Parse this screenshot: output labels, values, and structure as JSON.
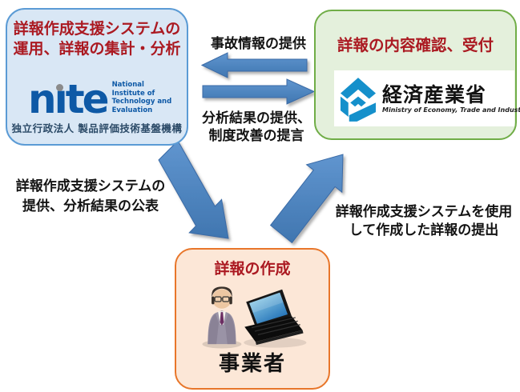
{
  "diagram": {
    "nite_box": {
      "title_line1": "詳報作成支援システムの",
      "title_line2": "運用、詳報の集計・分析",
      "wordmark_n": "n",
      "wordmark_i": "ı",
      "wordmark_te": "te",
      "logo_caption": [
        "National",
        "Institute of",
        "Technology and",
        "Evaluation"
      ],
      "org_name": "独立行政法人 製品評価技術基盤機構"
    },
    "meti_box": {
      "title": "詳報の内容確認、受付",
      "org_name": "経済産業省",
      "org_name_en": "Ministry of Economy, Trade and Industry"
    },
    "business_box": {
      "title": "詳報の作成",
      "label": "事業者"
    },
    "labels": {
      "meti_to_nite": "事故情報の提供",
      "nite_to_meti_line1": "分析結果の提供、",
      "nite_to_meti_line2": "制度改善の提言",
      "nite_to_business_line1": "詳報作成支援システムの",
      "nite_to_business_line2": "提供、分析結果の公表",
      "business_to_meti_line1": "詳報作成支援システムを使用",
      "business_to_meti_line2": "して作成した詳報の提出"
    },
    "colors": {
      "accent_red": "#ab1a22",
      "arrow_blue": "#4f86c6",
      "nite_blue": "#0e59a6",
      "meti_blue": "#1590cb",
      "nite_box_fill": "#d9e7f5",
      "nite_box_border": "#5b9bd5",
      "meti_box_fill": "#e4f0dc",
      "meti_box_border": "#70ad47",
      "business_box_fill": "#fce7d7",
      "business_box_border": "#e8762a"
    }
  }
}
